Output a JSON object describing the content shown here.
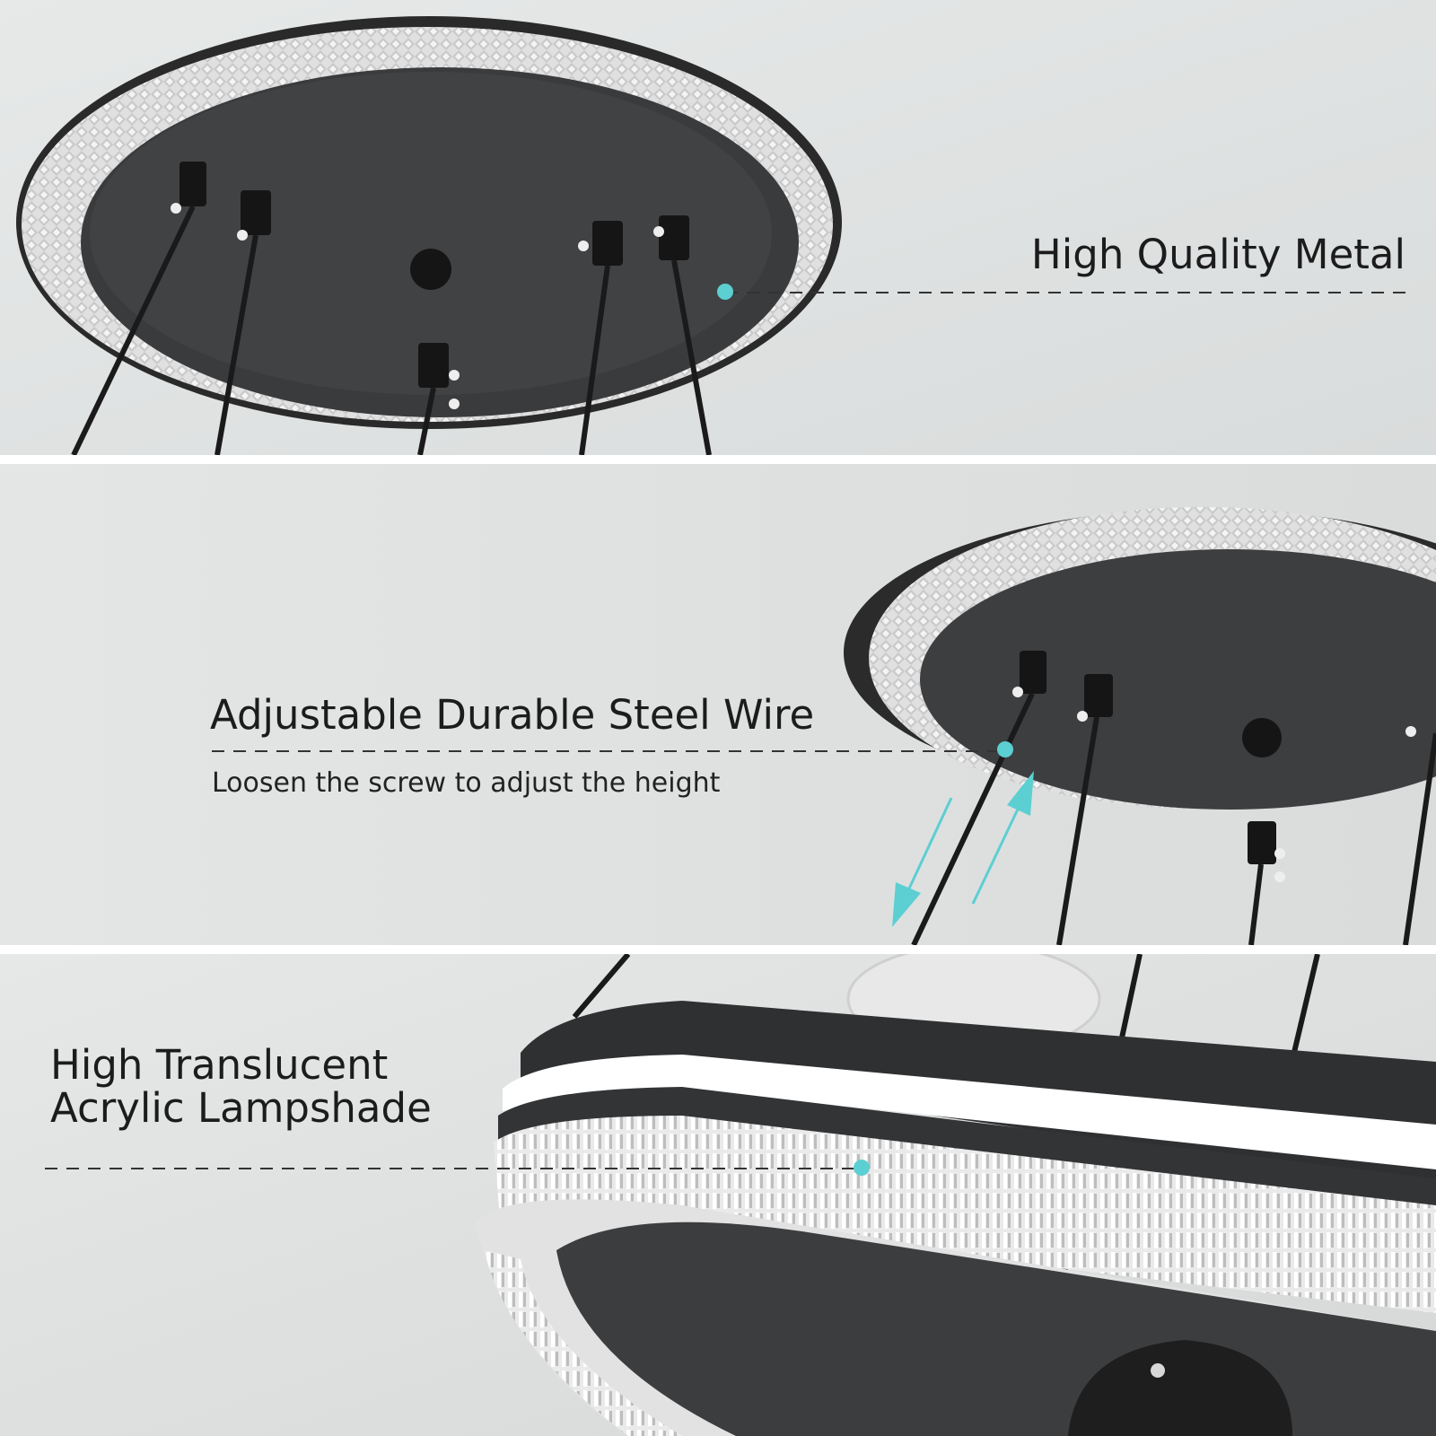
{
  "accent_color": "#5ccfd2",
  "panels": {
    "metal": {
      "title": "High Quality Metal"
    },
    "wire": {
      "title": "Adjustable Durable Steel Wire",
      "subtitle": "Loosen the screw to adjust the height"
    },
    "shade": {
      "title_line1": "High Translucent",
      "title_line2": "Acrylic Lampshade"
    }
  }
}
